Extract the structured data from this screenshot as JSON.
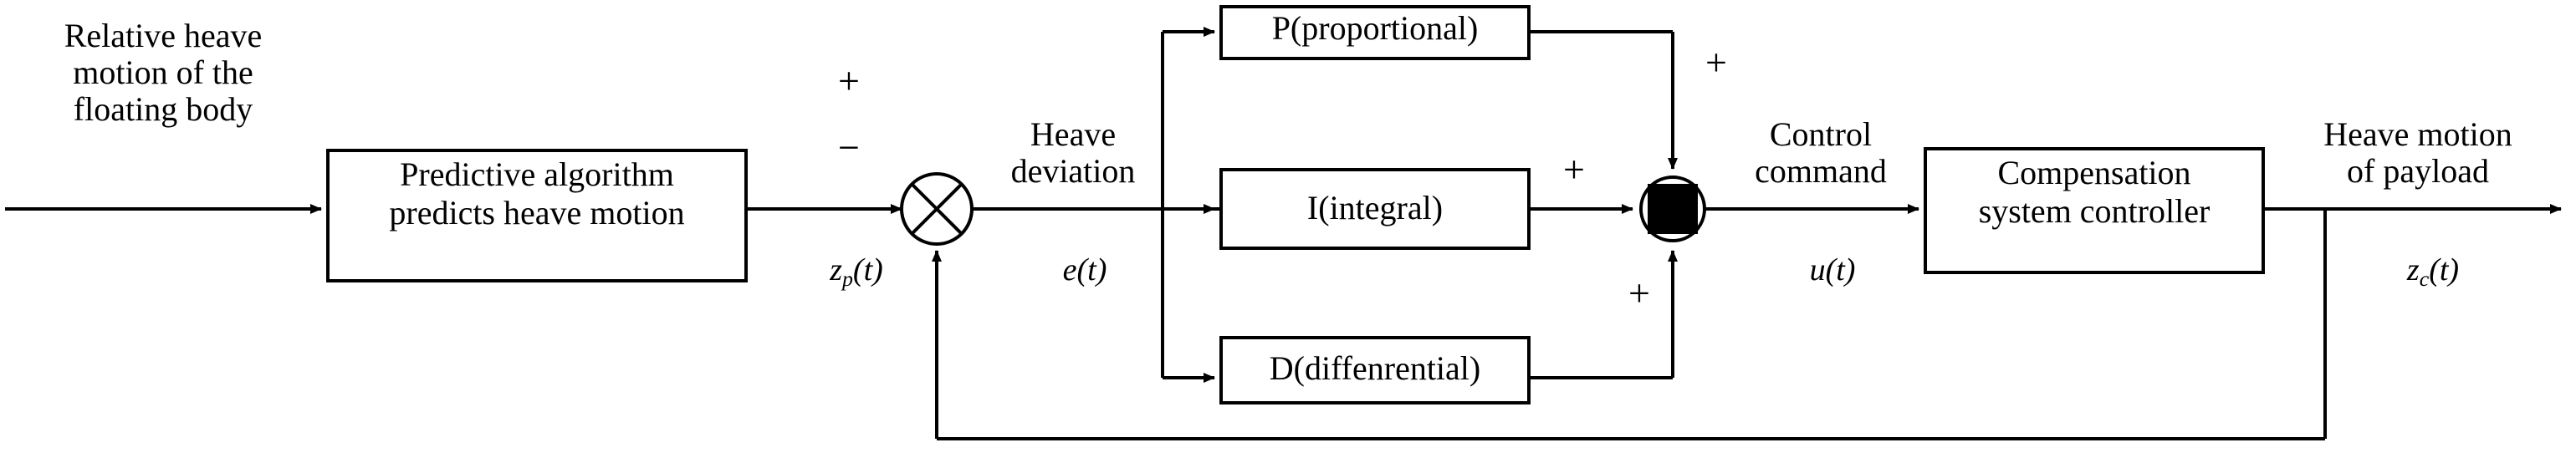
{
  "diagram": {
    "title": "Heave compensation PID control block diagram",
    "stroke_color": "#000000",
    "background_color": "#ffffff",
    "labels": {
      "input_line1": "Relative heave",
      "input_line2": "motion of the",
      "input_line3": "floating body",
      "output_line1": "Heave motion",
      "output_line2": "of payload",
      "heave_dev_line1": "Heave",
      "heave_dev_line2": "deviation",
      "control_cmd_line1": "Control",
      "control_cmd_line2": "command"
    },
    "blocks": [
      {
        "id": "predictor",
        "line1": "Predictive algorithm",
        "line2": "predicts heave motion"
      },
      {
        "id": "proportional",
        "line1": "P(proportional)",
        "line2": ""
      },
      {
        "id": "integral",
        "line1": "I(integral)",
        "line2": ""
      },
      {
        "id": "derivative",
        "line1": "D(diffenrential)",
        "line2": ""
      },
      {
        "id": "compensation",
        "line1": "Compensation",
        "line2": "system controller"
      }
    ],
    "signals": {
      "predicted": {
        "base": "z",
        "sub": "p",
        "arg": "(t)"
      },
      "error": {
        "base": "e",
        "sub": "",
        "arg": "(t)"
      },
      "command": {
        "base": "u",
        "sub": "",
        "arg": "(t)"
      },
      "payload": {
        "base": "z",
        "sub": "c",
        "arg": "(t)"
      }
    },
    "signs": {
      "sum1_plus": "+",
      "sum1_minus": "−",
      "sum2_plus_top": "+",
      "sum2_plus_mid": "+",
      "sum2_plus_bot": "+"
    },
    "junctions": {
      "summing_cross": "cross-circle-junction",
      "summing_filled": "filled-square-circle-junction"
    }
  }
}
